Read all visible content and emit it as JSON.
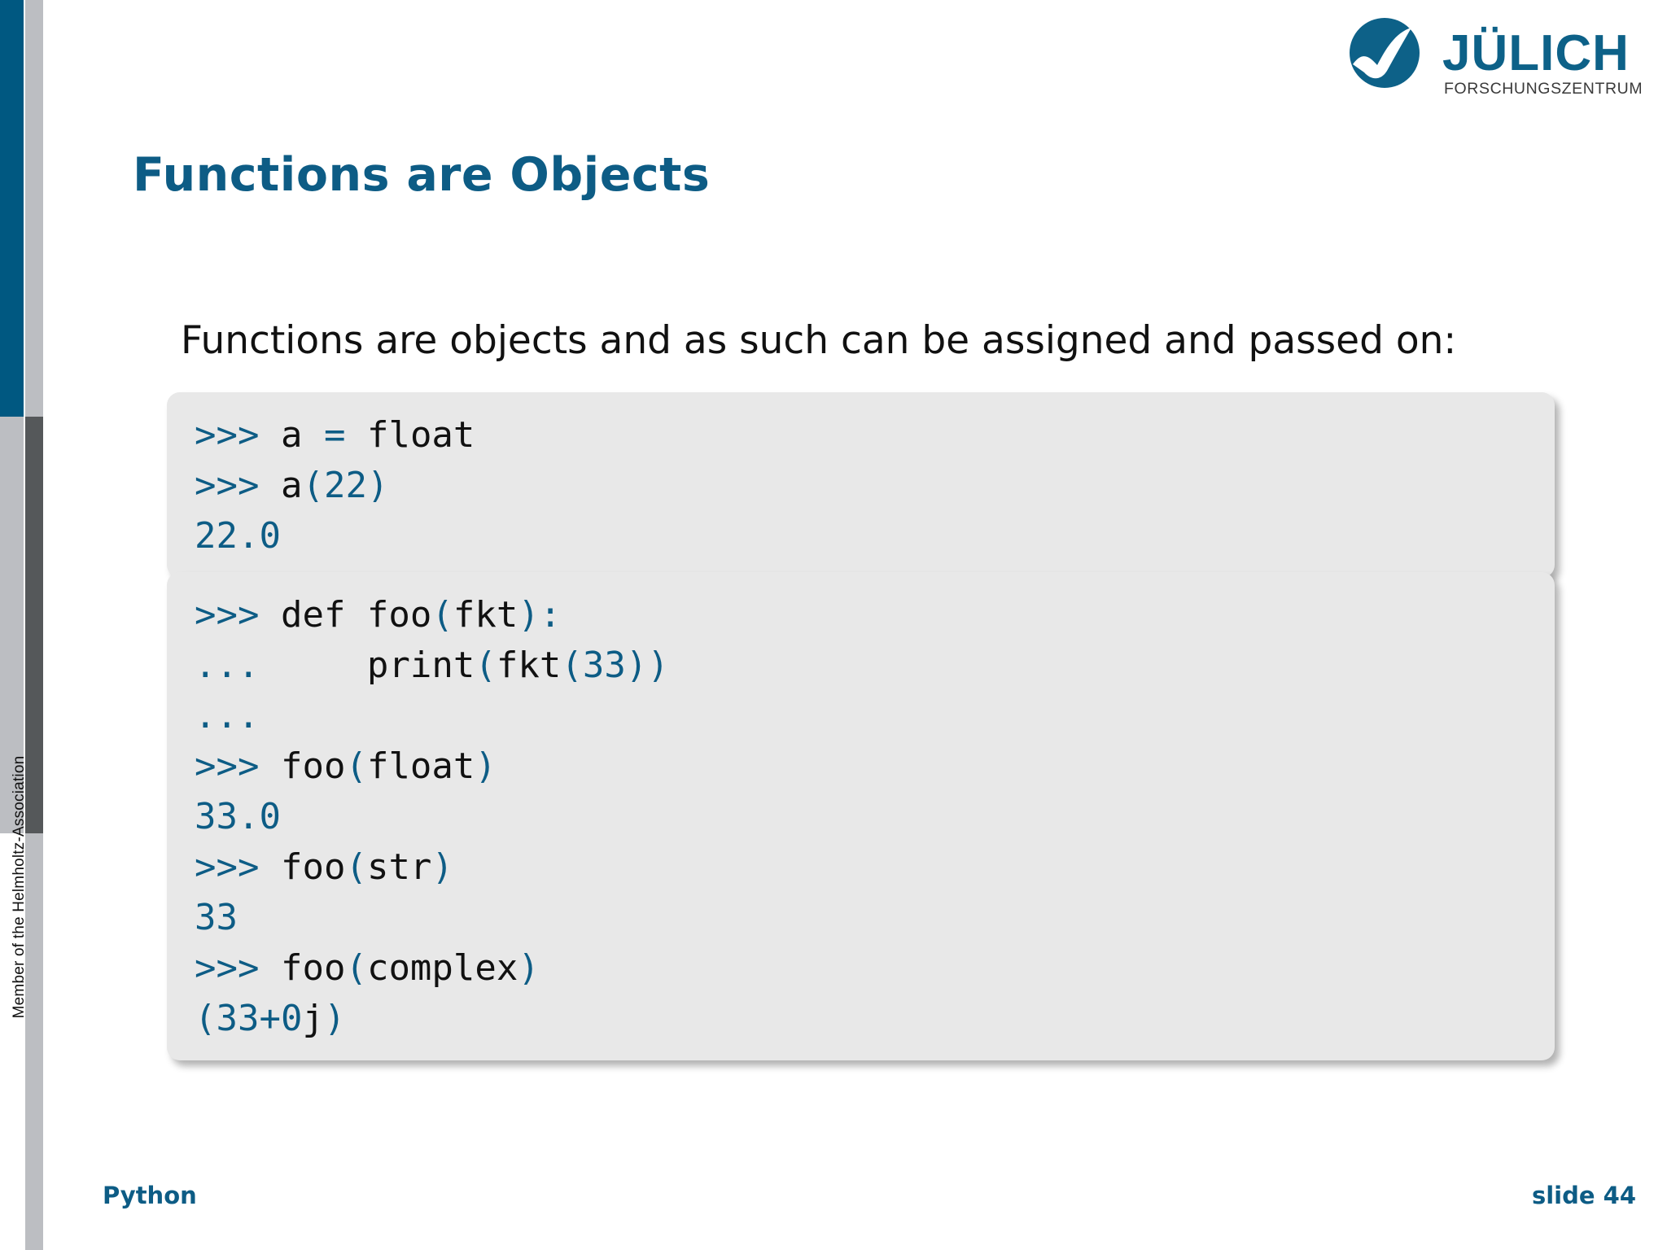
{
  "colors": {
    "brand_teal": "#005881",
    "title_teal": "#0d5c85",
    "sidebar_light_gray": "#bcbec2",
    "sidebar_dark_gray": "#55585a",
    "code_background": "#e8e8e8",
    "body_text": "#111111"
  },
  "logo": {
    "wordmark": "JÜLICH",
    "subtitle": "FORSCHUNGSZENTRUM",
    "icon_name": "julich-swoosh-icon"
  },
  "sidebar": {
    "credit": "Member of the Helmholtz-Association"
  },
  "slide": {
    "title": "Functions are Objects",
    "intro": "Functions are objects and as such can be assigned and passed on:"
  },
  "code_blocks": [
    {
      "id": "code-block-1",
      "lines": [
        [
          {
            "t": ">>>",
            "c": "tk"
          },
          {
            "t": " a ",
            "c": "id"
          },
          {
            "t": "=",
            "c": "tk"
          },
          {
            "t": " float",
            "c": "id"
          }
        ],
        [
          {
            "t": ">>>",
            "c": "tk"
          },
          {
            "t": " a",
            "c": "id"
          },
          {
            "t": "(22)",
            "c": "tk"
          }
        ],
        [
          {
            "t": "22.0",
            "c": "tk"
          }
        ]
      ]
    },
    {
      "id": "code-block-2",
      "lines": [
        [
          {
            "t": ">>>",
            "c": "tk"
          },
          {
            "t": " def foo",
            "c": "id"
          },
          {
            "t": "(",
            "c": "tk"
          },
          {
            "t": "fkt",
            "c": "id"
          },
          {
            "t": "):",
            "c": "tk"
          }
        ],
        [
          {
            "t": "...",
            "c": "tk"
          },
          {
            "t": "     print",
            "c": "id"
          },
          {
            "t": "(",
            "c": "tk"
          },
          {
            "t": "fkt",
            "c": "id"
          },
          {
            "t": "(33))",
            "c": "tk"
          }
        ],
        [
          {
            "t": "...",
            "c": "tk"
          }
        ],
        [
          {
            "t": ">>>",
            "c": "tk"
          },
          {
            "t": " foo",
            "c": "id"
          },
          {
            "t": "(",
            "c": "tk"
          },
          {
            "t": "float",
            "c": "id"
          },
          {
            "t": ")",
            "c": "tk"
          }
        ],
        [
          {
            "t": "33.0",
            "c": "tk"
          }
        ],
        [
          {
            "t": ">>>",
            "c": "tk"
          },
          {
            "t": " foo",
            "c": "id"
          },
          {
            "t": "(",
            "c": "tk"
          },
          {
            "t": "str",
            "c": "id"
          },
          {
            "t": ")",
            "c": "tk"
          }
        ],
        [
          {
            "t": "33",
            "c": "tk"
          }
        ],
        [
          {
            "t": ">>>",
            "c": "tk"
          },
          {
            "t": " foo",
            "c": "id"
          },
          {
            "t": "(",
            "c": "tk"
          },
          {
            "t": "complex",
            "c": "id"
          },
          {
            "t": ")",
            "c": "tk"
          }
        ],
        [
          {
            "t": "(33+0",
            "c": "tk"
          },
          {
            "t": "j",
            "c": "id"
          },
          {
            "t": ")",
            "c": "tk"
          }
        ]
      ]
    }
  ],
  "footer": {
    "left": "Python",
    "right": "slide 44"
  }
}
